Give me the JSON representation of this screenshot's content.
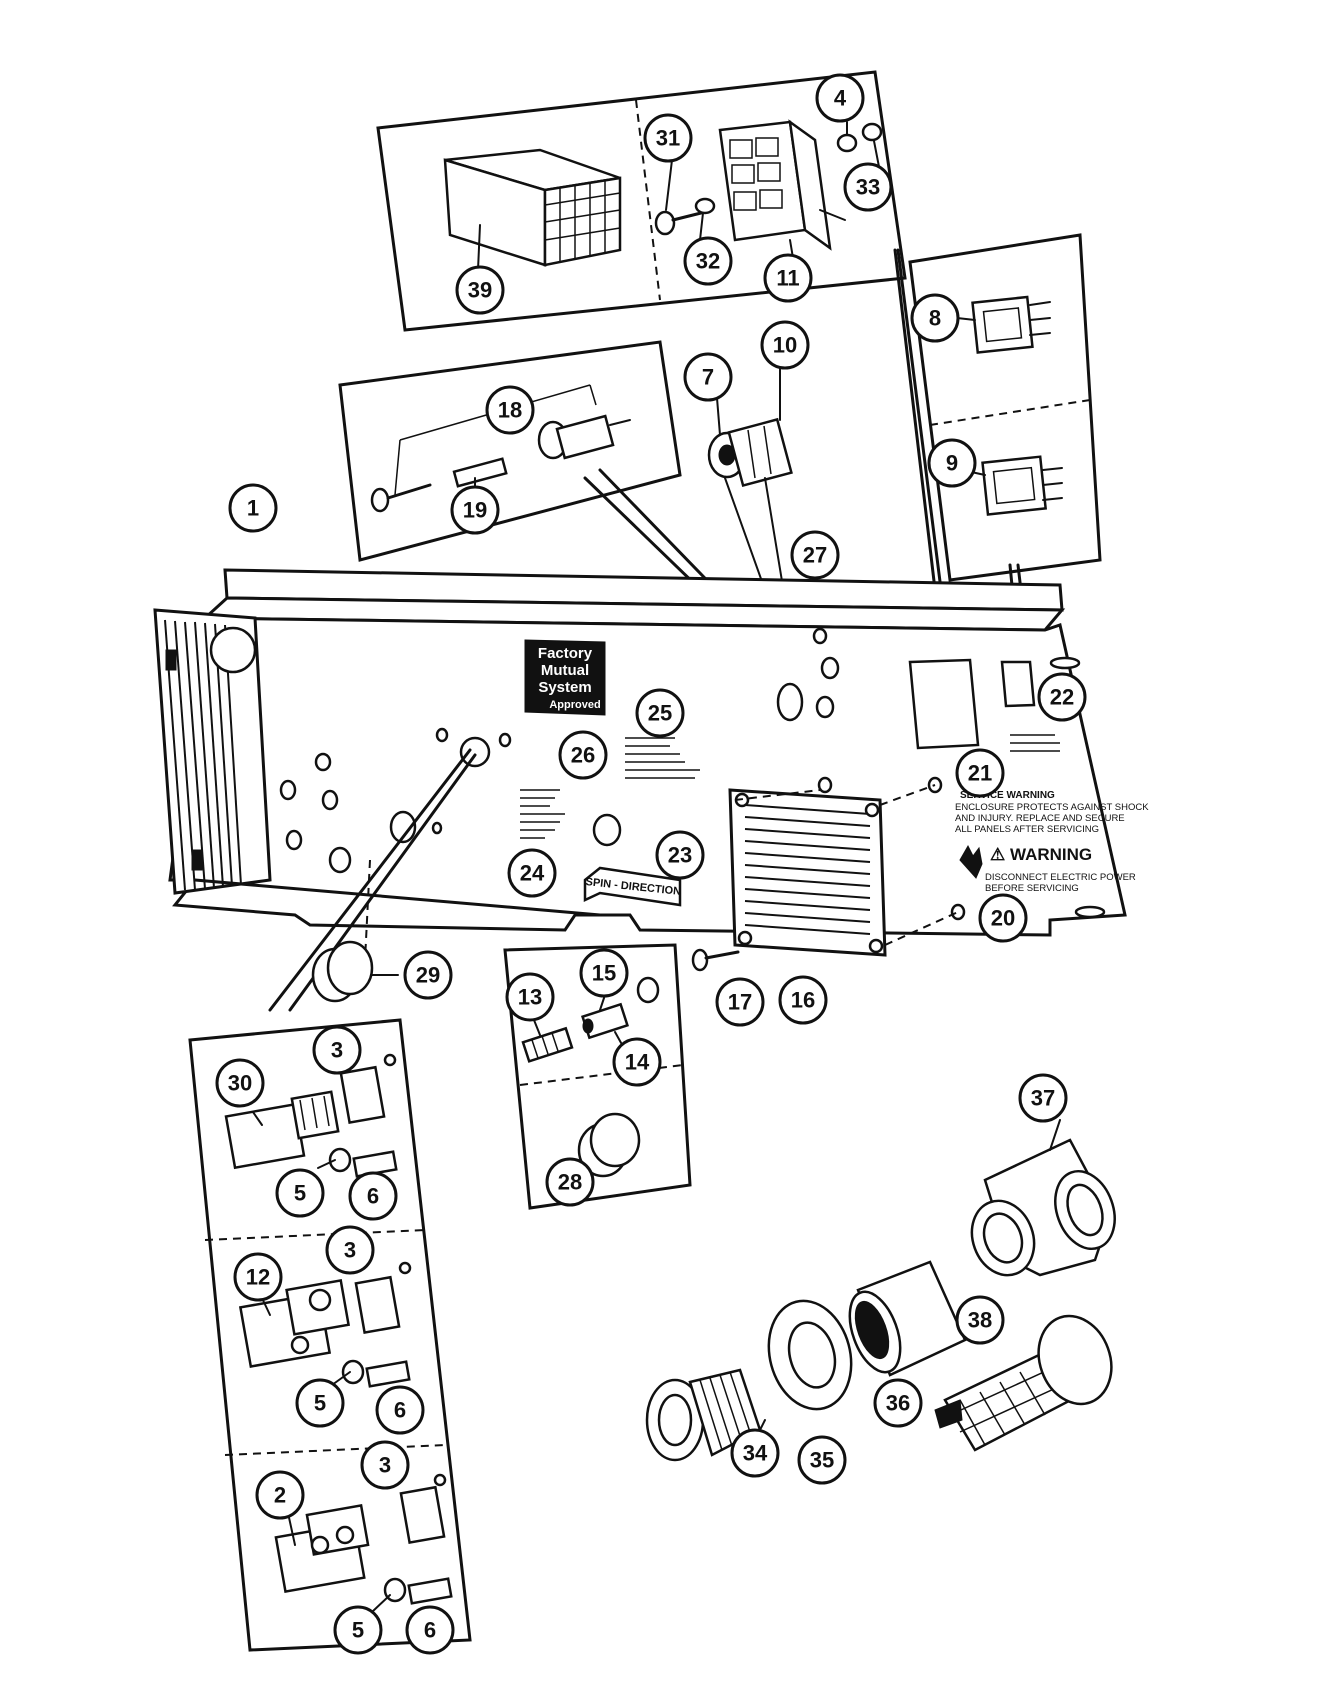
{
  "labels": {
    "fm_badge_line1": "Factory",
    "fm_badge_line2": "Mutual",
    "fm_badge_line3": "System",
    "fm_badge_line4": "Approved",
    "spin_direction": "SPIN - DIRECTION",
    "service_warning_title": "SERVICE WARNING",
    "service_warning_text1": "ENCLOSURE PROTECTS AGAINST SHOCK",
    "service_warning_text2": "AND INJURY. REPLACE AND SECURE",
    "service_warning_text3": "ALL PANELS AFTER SERVICING",
    "warning_heading": "⚠ WARNING",
    "warning_text1": "DISCONNECT ELECTRIC POWER",
    "warning_text2": "BEFORE SERVICING"
  },
  "callouts": [
    "1",
    "2",
    "3",
    "4",
    "5",
    "6",
    "7",
    "8",
    "9",
    "10",
    "11",
    "12",
    "13",
    "14",
    "15",
    "16",
    "17",
    "18",
    "19",
    "20",
    "21",
    "22",
    "23",
    "24",
    "25",
    "26",
    "27",
    "28",
    "29",
    "30",
    "31",
    "32",
    "33",
    "34",
    "35",
    "36",
    "37",
    "38",
    "39"
  ]
}
